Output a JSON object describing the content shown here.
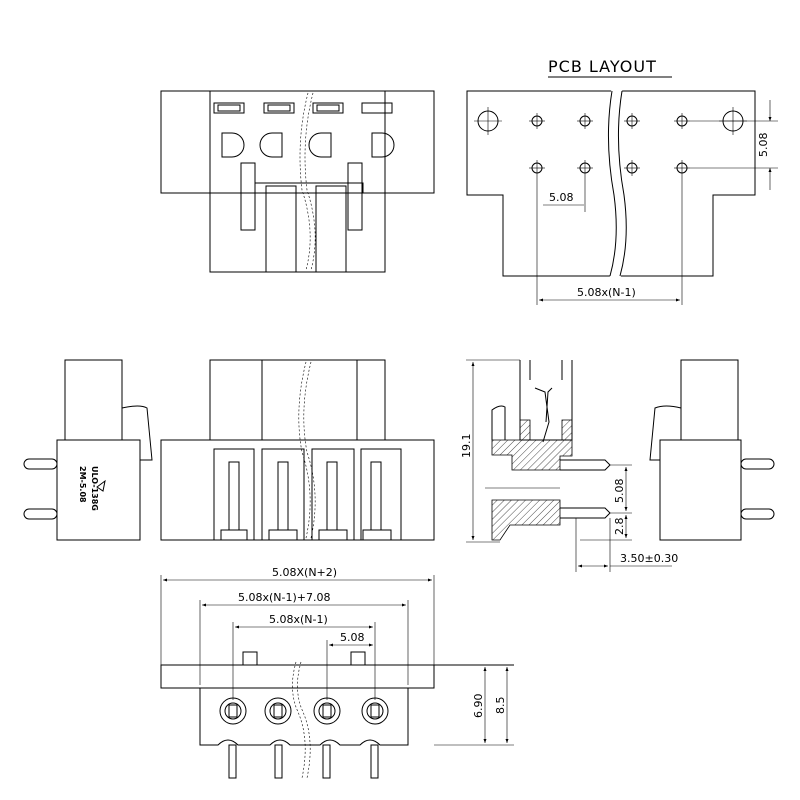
{
  "title": "PCB LAYOUT",
  "dims": {
    "pitch_h": "5.08",
    "pitch_v": "5.08",
    "span": "5.08x(N-1)",
    "height": "19.1",
    "side_pitch": "5.08",
    "side_small": "2.8",
    "side_len": "3.50±0.30",
    "overall": "5.08X(N+2)",
    "flange": "5.08x(N-1)+7.08",
    "bottom_span": "5.08x(N-1)",
    "bottom_pitch": "5.08",
    "h_690": "6.90",
    "h_85": "8.5"
  },
  "marking": {
    "line1": "ULO-138G",
    "line2": "2M-5.08"
  }
}
